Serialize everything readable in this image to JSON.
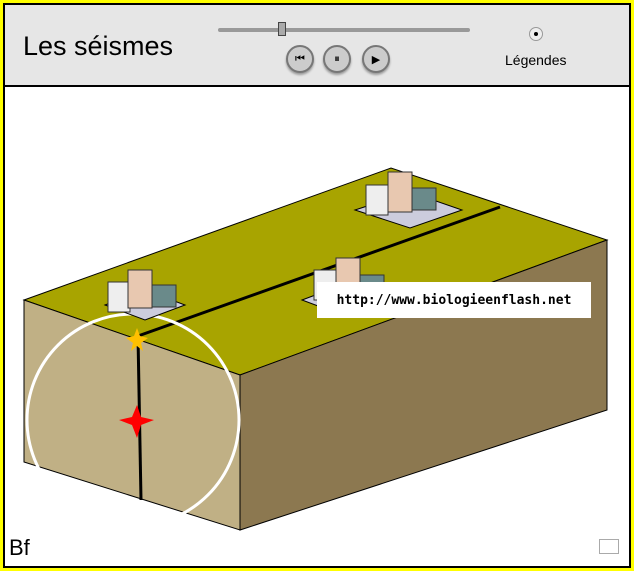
{
  "header": {
    "title": "Les séismes",
    "controls": {
      "rewind": "⏮",
      "pause": "⏸",
      "play": "▶"
    },
    "legend_label": "Légendes",
    "progress": 0.25
  },
  "scene": {
    "url": "http://www.biologieenflash.net",
    "logo": "Bf"
  },
  "colors": {
    "border": "#ffff00",
    "top": "#a8a400",
    "side_front": "#c0b085",
    "side_right": "#8c7850"
  }
}
